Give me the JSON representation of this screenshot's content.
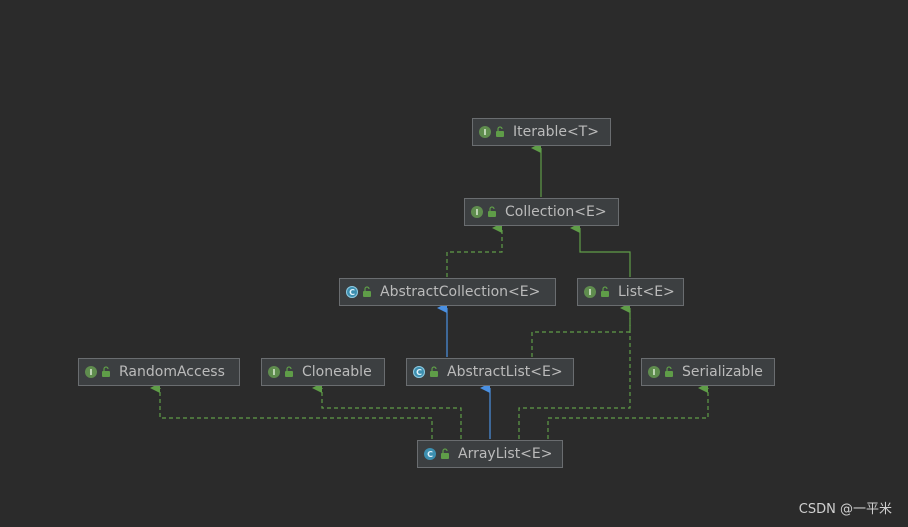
{
  "colors": {
    "background": "#2b2b2b",
    "node_fill": "#3c3f41",
    "node_border": "#6a6d70",
    "interface_edge": "#5f9d48",
    "class_edge": "#4a90e2",
    "text": "#bbbbbb"
  },
  "nodes": {
    "iterable": {
      "label": "Iterable<T>",
      "kind": "interface",
      "icon": "interface-icon"
    },
    "collection": {
      "label": "Collection<E>",
      "kind": "interface",
      "icon": "interface-icon"
    },
    "abstract_collection": {
      "label": "AbstractCollection<E>",
      "kind": "abstract",
      "icon": "abstract-class-icon"
    },
    "list": {
      "label": "List<E>",
      "kind": "interface",
      "icon": "interface-icon"
    },
    "random_access": {
      "label": "RandomAccess",
      "kind": "interface",
      "icon": "interface-icon"
    },
    "cloneable": {
      "label": "Cloneable",
      "kind": "interface",
      "icon": "interface-icon"
    },
    "abstract_list": {
      "label": "AbstractList<E>",
      "kind": "abstract",
      "icon": "abstract-class-icon"
    },
    "serializable": {
      "label": "Serializable",
      "kind": "interface",
      "icon": "interface-icon"
    },
    "array_list": {
      "label": "ArrayList<E>",
      "kind": "class",
      "icon": "class-icon"
    }
  },
  "edges": [
    {
      "from": "Collection<E>",
      "to": "Iterable<T>",
      "type": "extends"
    },
    {
      "from": "AbstractCollection<E>",
      "to": "Collection<E>",
      "type": "implements"
    },
    {
      "from": "List<E>",
      "to": "Collection<E>",
      "type": "extends"
    },
    {
      "from": "AbstractList<E>",
      "to": "AbstractCollection<E>",
      "type": "extends-class"
    },
    {
      "from": "AbstractList<E>",
      "to": "List<E>",
      "type": "implements"
    },
    {
      "from": "ArrayList<E>",
      "to": "AbstractList<E>",
      "type": "extends-class"
    },
    {
      "from": "ArrayList<E>",
      "to": "RandomAccess",
      "type": "implements"
    },
    {
      "from": "ArrayList<E>",
      "to": "Cloneable",
      "type": "implements"
    },
    {
      "from": "ArrayList<E>",
      "to": "List<E>",
      "type": "implements"
    },
    {
      "from": "ArrayList<E>",
      "to": "Serializable",
      "type": "implements"
    }
  ],
  "watermark": "CSDN @一平米"
}
